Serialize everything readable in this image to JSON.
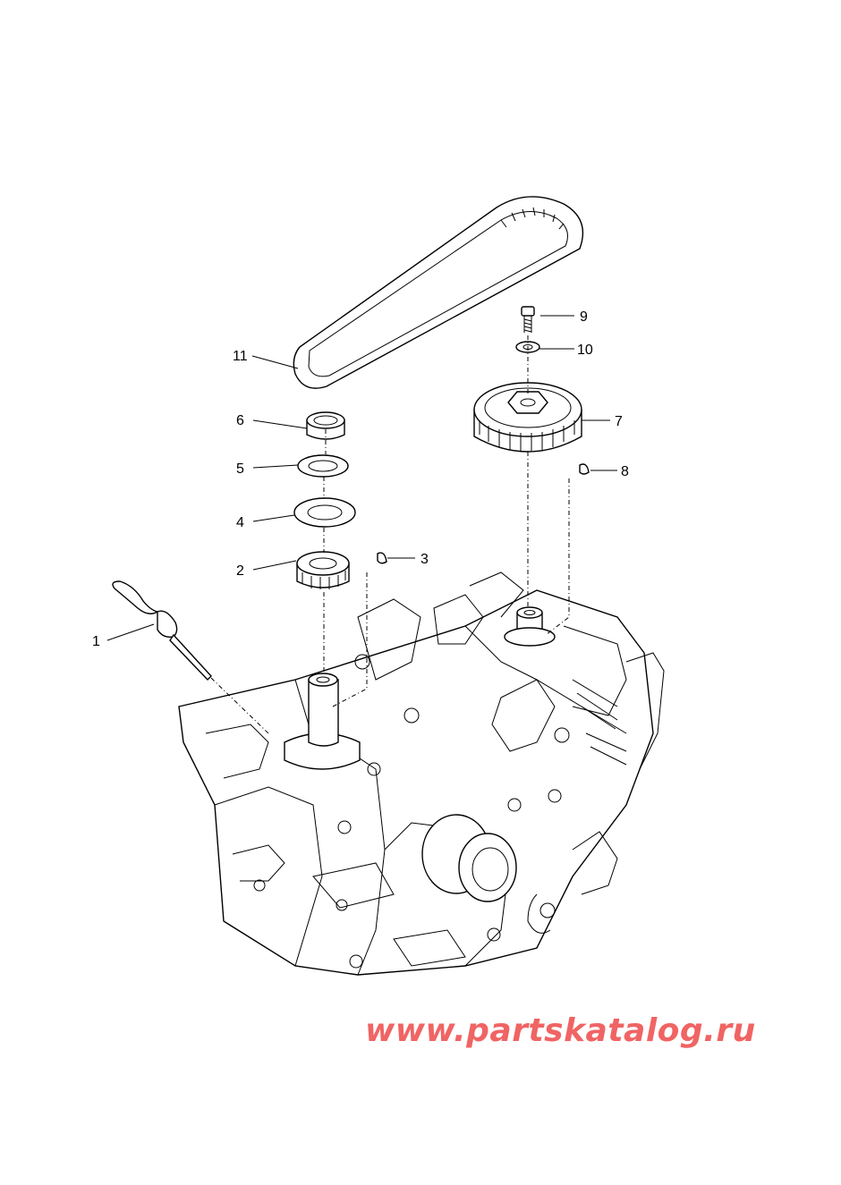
{
  "callouts": {
    "c1": "1",
    "c2": "2",
    "c3": "3",
    "c4": "4",
    "c5": "5",
    "c6": "6",
    "c7": "7",
    "c8": "8",
    "c9": "9",
    "c10": "10",
    "c11": "11"
  },
  "watermark": "www.partskatalog.ru",
  "colors": {
    "watermark": "#f06464",
    "line": "#000000",
    "background": "#ffffff"
  }
}
